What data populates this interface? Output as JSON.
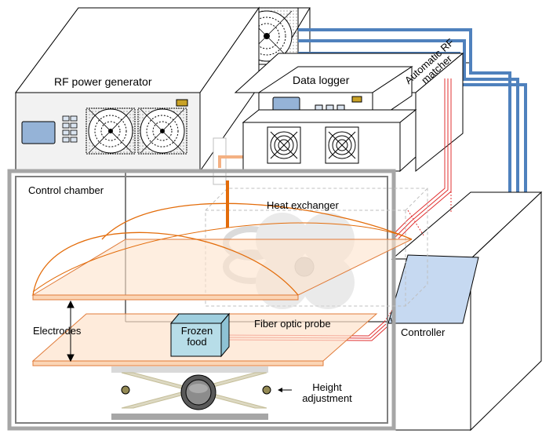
{
  "labels": {
    "rf_power_generator": "RF power generator",
    "data_logger": "Data logger",
    "automatic_rf_matcher_line1": "Automatic RF",
    "automatic_rf_matcher_line2": "matcher",
    "control_chamber": "Control chamber",
    "heat_exchanger": "Heat exchanger",
    "electrodes": "Electrodes",
    "frozen_food_line1": "Frozen",
    "frozen_food_line2": "food",
    "fiber_optic_probe": "Fiber optic probe",
    "controller": "Controller",
    "height_adjustment_line1": "Height",
    "height_adjustment_line2": "adjustment"
  },
  "colors": {
    "coolant_pipe": "#4f81bd",
    "rf_cable": "#e03030",
    "electrode_fill": "#fde2cc",
    "electrode_edge": "#e07b39",
    "feed_line": "#e36c0a",
    "frozen_food_fill": "#b7dde8",
    "controller_screen": "#c6d9f1",
    "generator_screen": "#95b3d7",
    "chamber_wall": "#7f7f7f",
    "indicator": "#c9a227"
  },
  "icons": [
    "fan-grille-icon",
    "fan-grille-icon",
    "fan-grille-icon",
    "fan-grille-icon",
    "fan-grille-icon"
  ]
}
